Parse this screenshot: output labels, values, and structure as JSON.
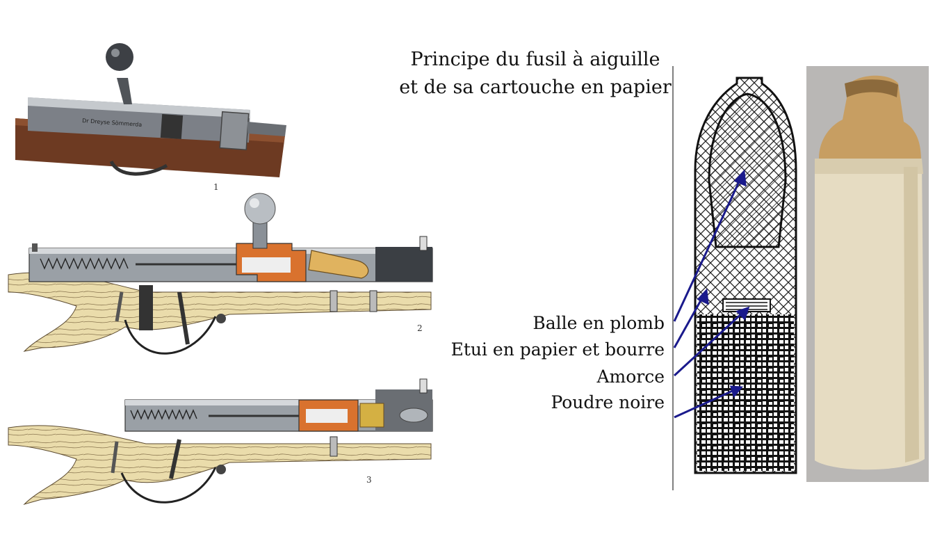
{
  "title": {
    "line1": "Principe du fusil à aiguille",
    "line2": "et de sa cartouche en papier"
  },
  "figures": {
    "fig1_number": "1",
    "fig2_number": "2",
    "fig3_number": "3",
    "engraving": "Dr Dreyse Sömmerda"
  },
  "cartridge_labels": [
    "Balle en plomb",
    "Etui en papier et bourre",
    "Amorce",
    "Poudre noire"
  ],
  "colors": {
    "arrow": "#1a1a8c",
    "wood": "#e9d9a8",
    "metal": "#9aa0a6",
    "copper": "#d9722e",
    "paper": "#e6dcc2"
  }
}
